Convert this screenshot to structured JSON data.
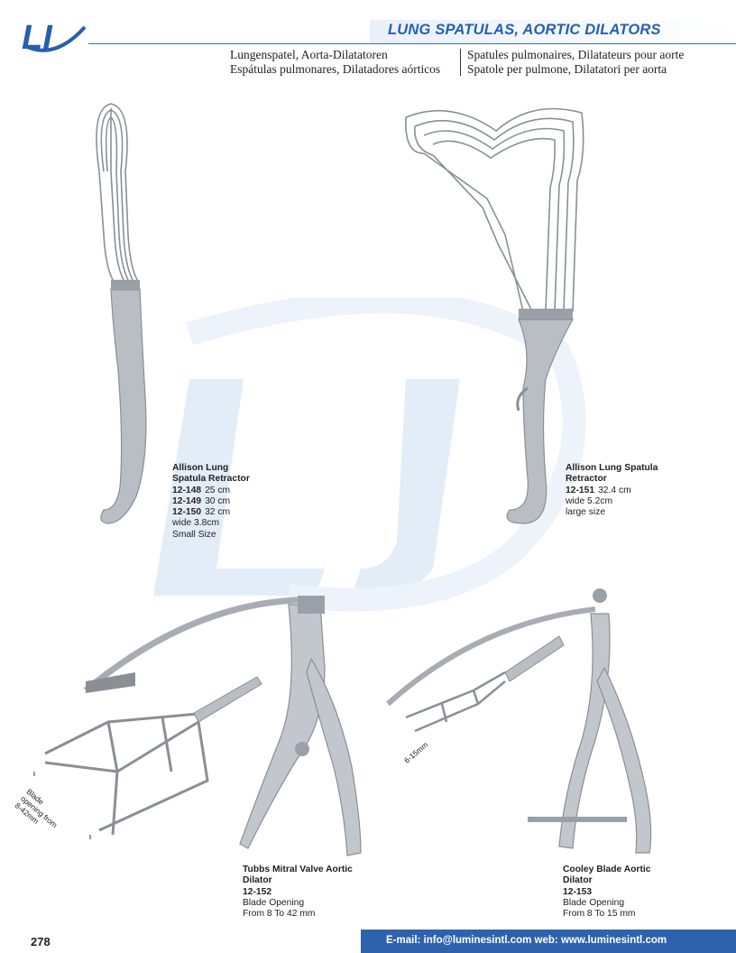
{
  "header": {
    "logo_text": "LI",
    "title": "LUNG SPATULAS, AORTIC DILATORS",
    "subtitles": {
      "de": "Lungenspatel, Aorta-Dilatatoren",
      "es": "Espátulas pulmonares, Dilatadores aórticos",
      "fr": "Spatules pulmonaires, Dilatateurs pour aorte",
      "it": "Spatole per pulmone, Dilatatori per aorta"
    }
  },
  "colors": {
    "brand_blue": "#2660ad",
    "footer_blue": "#2f62ad",
    "watermark": "#dce8f6"
  },
  "products": [
    {
      "name_line1": "Allison Lung",
      "name_line2": "Spatula Retractor",
      "items": [
        {
          "code": "12-148",
          "size": "25 cm"
        },
        {
          "code": "12-149",
          "size": "30 cm"
        },
        {
          "code": "12-150",
          "size": "32 cm"
        }
      ],
      "notes": [
        "wide 3.8cm",
        "Small Size"
      ]
    },
    {
      "name_line1": "Allison Lung Spatula",
      "name_line2": "Retractor",
      "items": [
        {
          "code": "12-151",
          "size": "32.4 cm"
        }
      ],
      "notes": [
        "wide 5.2cm",
        "large size"
      ]
    },
    {
      "name_line1": "Tubbs Mitral Valve Aortic",
      "name_line2": "Dilator",
      "code": "12-152",
      "notes": [
        "Blade Opening",
        "From 8 To 42 mm"
      ],
      "dimension_label": [
        "Blade",
        "opening from",
        "8-42mm"
      ]
    },
    {
      "name_line1": "Cooley Blade Aortic",
      "name_line2": "Dilator",
      "code": "12-153",
      "notes": [
        "Blade Opening",
        "From 8 To 15 mm"
      ],
      "dimension_label": [
        "6-15mm"
      ]
    }
  ],
  "footer": {
    "page_number": "278",
    "contact": "E-mail: info@luminesintl.com  web: www.luminesintl.com"
  }
}
